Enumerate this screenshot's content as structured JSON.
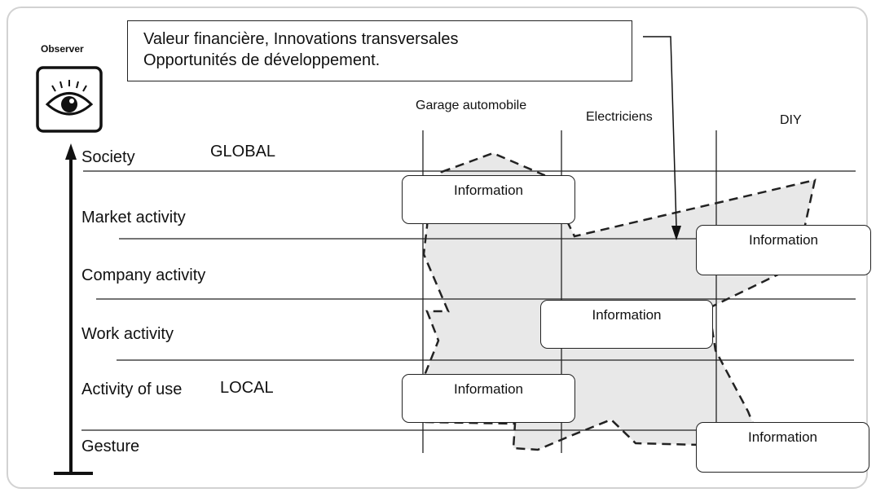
{
  "observer": {
    "label": "Observer",
    "icon": "eye-icon"
  },
  "callout": {
    "line1": "Valeur financière, Innovations transversales",
    "line2": "Opportunités de développement."
  },
  "columns": [
    "Garage automobile",
    "Electriciens",
    "DIY"
  ],
  "scale": {
    "levels": [
      "Society",
      "Market activity",
      "Company activity",
      "Work activity",
      "Activity of use",
      "Gesture"
    ],
    "global_label": "GLOBAL",
    "local_label": "LOCAL"
  },
  "info_boxes": [
    "Information",
    "Information",
    "Information",
    "Information",
    "Information"
  ],
  "colors": {
    "shaded_area": "#e8e8e8",
    "lines": "#222222",
    "frame": "#d2d2d2"
  }
}
